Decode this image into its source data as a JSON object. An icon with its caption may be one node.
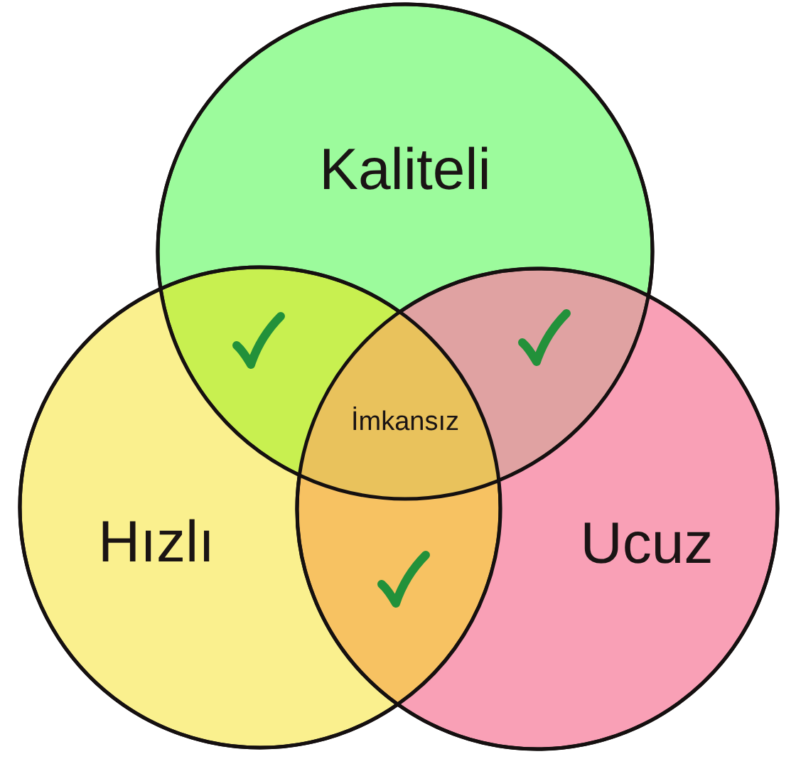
{
  "diagram": {
    "nodes": [
      {
        "text": [
          "Kaliteli"
        ]
      },
      {
        "text": [
          "Hızlı"
        ]
      },
      {
        "text": [
          "Ucuz"
        ]
      }
    ],
    "labels": [
      "İmkansız"
    ]
  }
}
